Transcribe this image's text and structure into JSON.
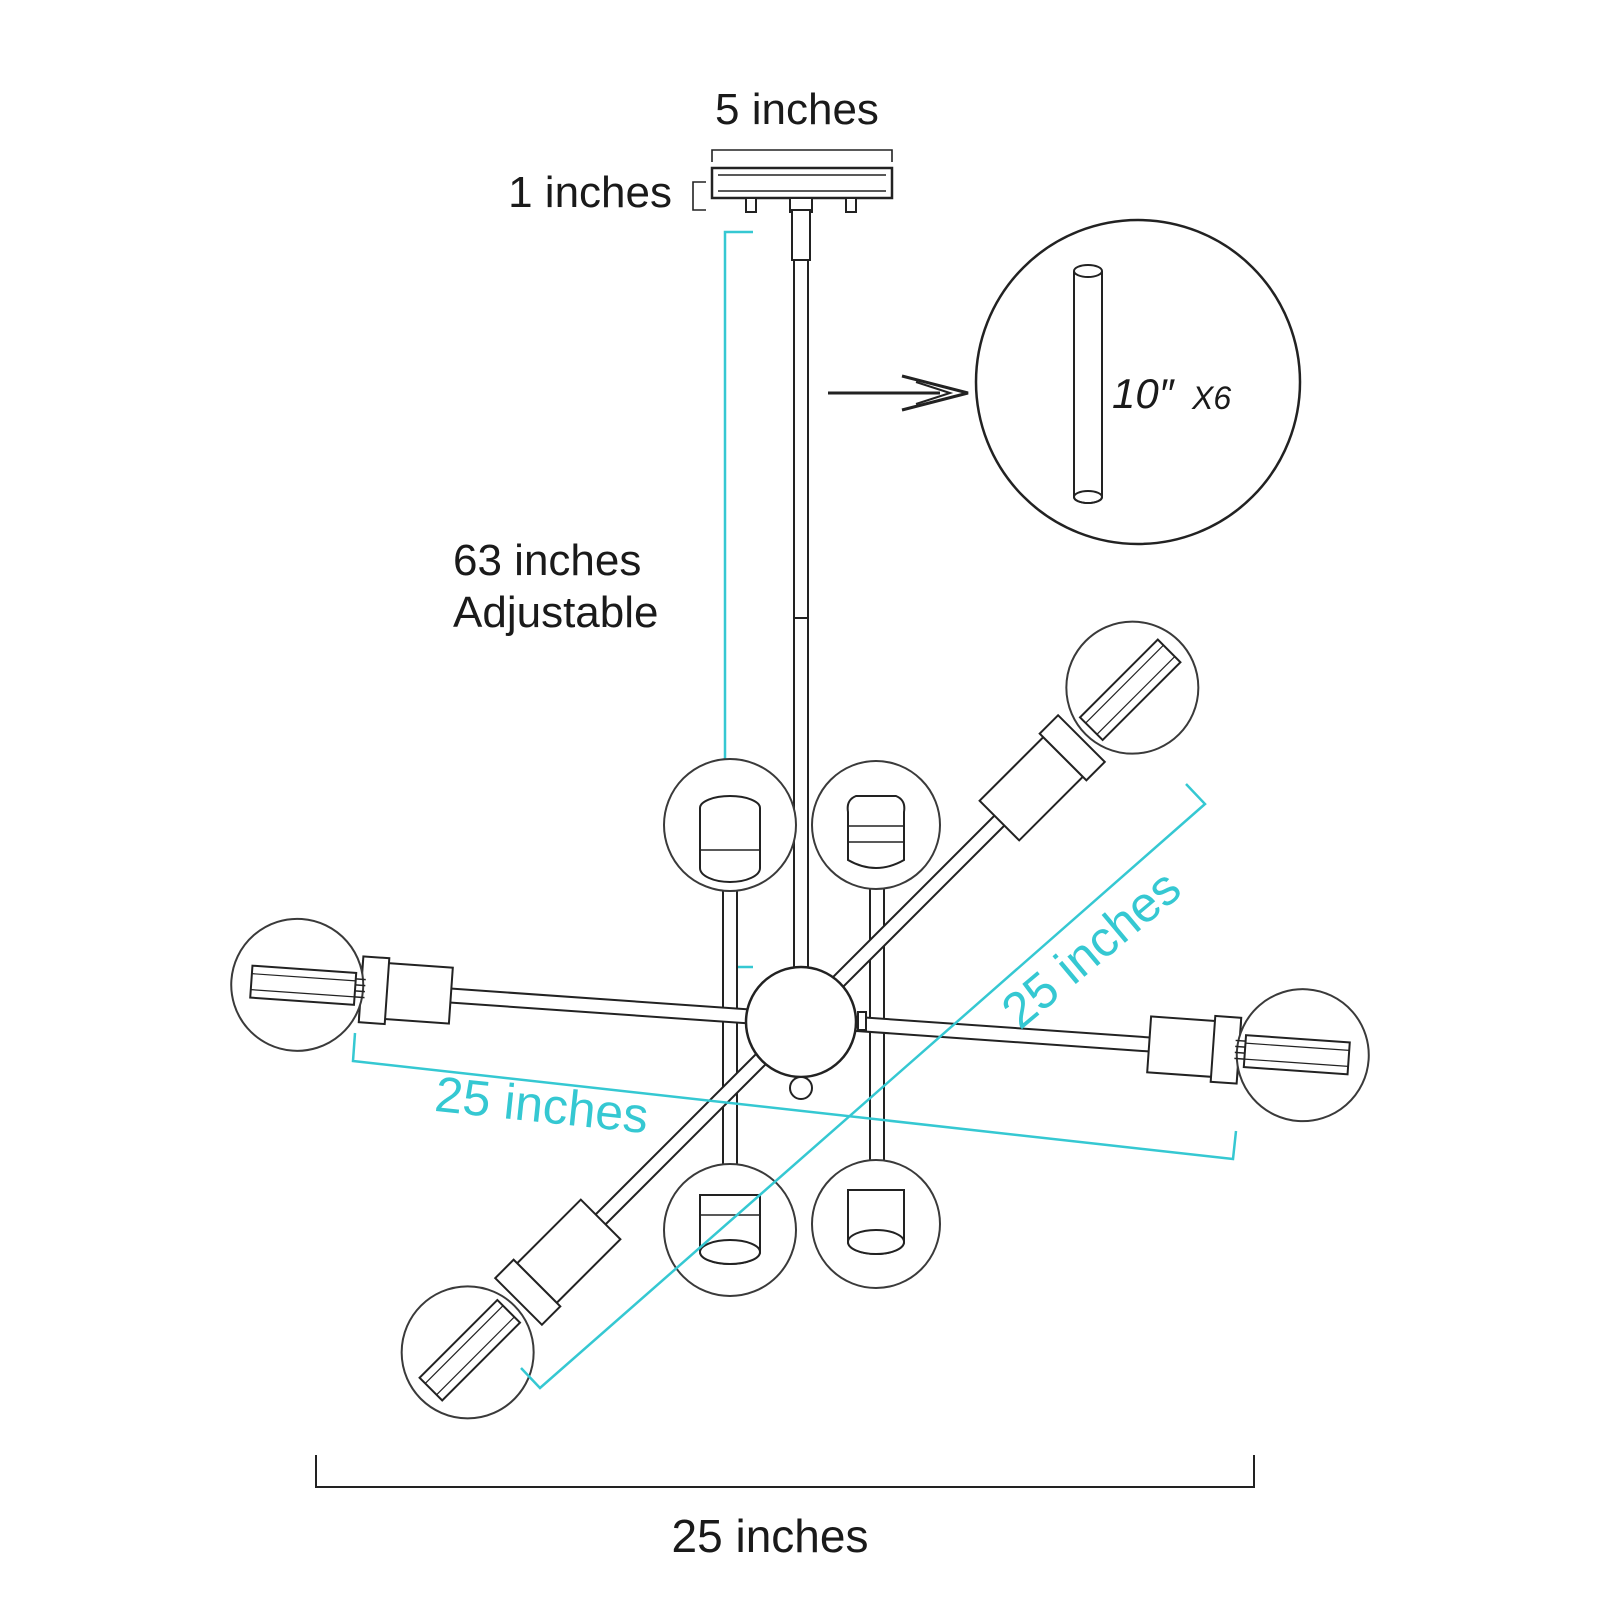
{
  "dimensions": {
    "canopy_width": "5 inches",
    "canopy_height": "1 inches",
    "rod_length_value": "63 inches",
    "rod_length_note": "Adjustable",
    "arm_span_horizontal": "25 inches",
    "arm_span_diagonal": "25 inches",
    "overall_width": "25 inches"
  },
  "detail": {
    "rod_size": "10″",
    "rod_quantity": "X6"
  },
  "colors": {
    "line": "#222222",
    "dimension_accent": "#35c8d2",
    "text": "#1a1a1a"
  }
}
